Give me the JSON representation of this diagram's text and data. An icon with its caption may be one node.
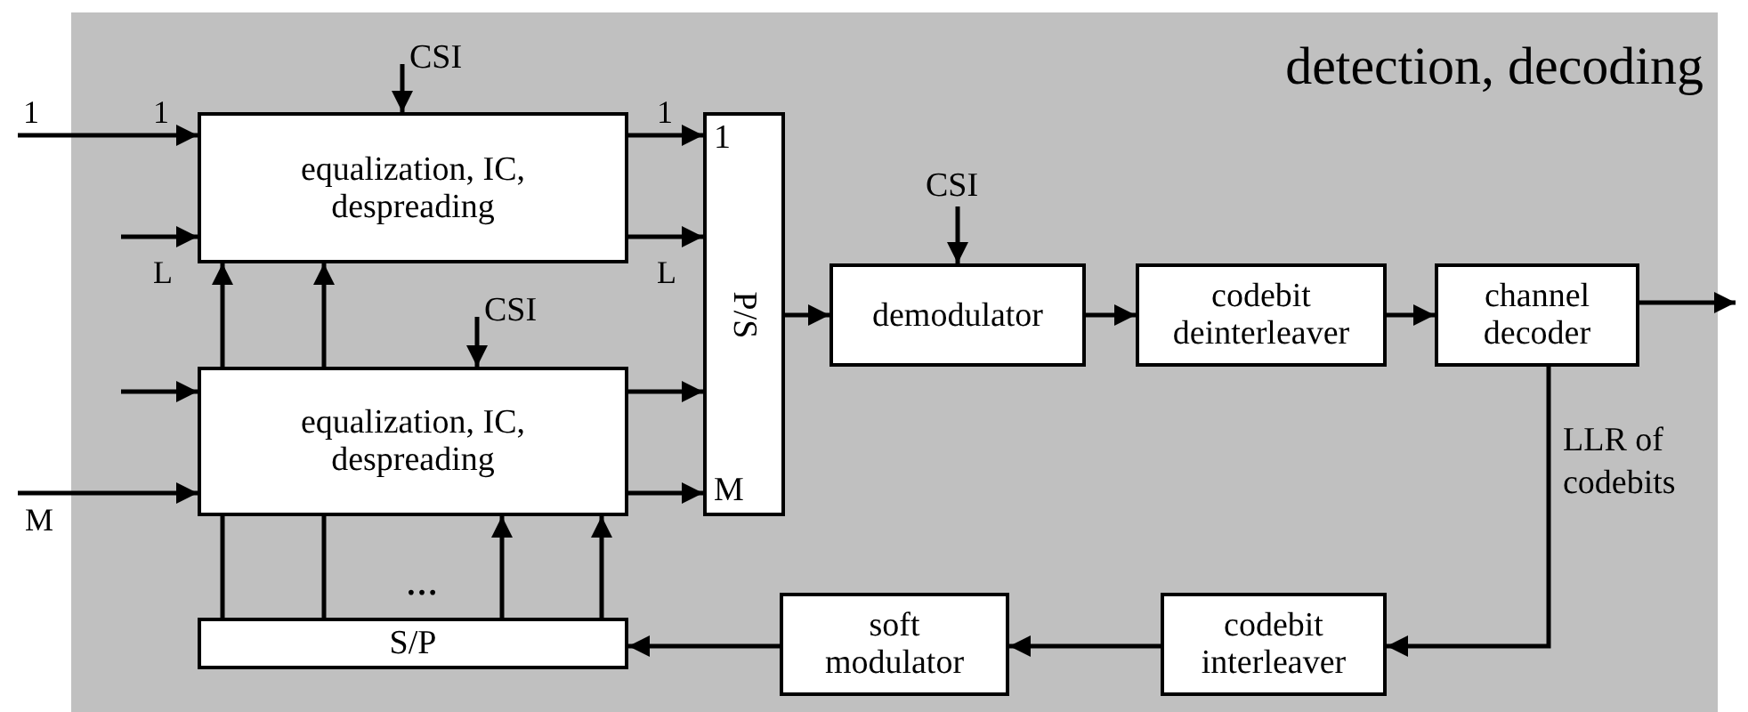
{
  "diagram": {
    "nodes": [
      {
        "text": [
          "detection, decoding"
        ]
      },
      {
        "text": [
          "equalization, IC, despreading"
        ],
        "in": 0
      },
      {
        "text": [
          "equalization, IC, despreading"
        ],
        "in": 0
      },
      {
        "text": [
          "1",
          "P/S",
          "M"
        ],
        "in": 0
      },
      {
        "text": [
          "S/P"
        ],
        "in": 0
      },
      {
        "text": [
          "demodulator"
        ],
        "in": 0
      },
      {
        "text": [
          "codebit deinterleaver"
        ],
        "in": 0
      },
      {
        "text": [
          "channel decoder"
        ],
        "in": 0
      },
      {
        "text": [
          "soft modulator"
        ],
        "in": 0
      },
      {
        "text": [
          "codebit interleaver"
        ],
        "in": 0
      },
      {
        "text": [
          "CSI"
        ],
        "in": 0
      },
      {
        "text": [
          "CSI"
        ],
        "in": 0
      },
      {
        "text": [
          "CSI"
        ],
        "in": 0
      }
    ],
    "edges": [
      {
        "from": null,
        "to": 1,
        "arrow": "to"
      },
      {
        "from": null,
        "to": 1,
        "arrow": "to"
      },
      {
        "from": null,
        "to": 2,
        "arrow": "to"
      },
      {
        "from": null,
        "to": 2,
        "arrow": "to"
      },
      {
        "from": 10,
        "to": 1,
        "arrow": "to"
      },
      {
        "from": 1,
        "to": 3,
        "arrow": "to"
      },
      {
        "from": 1,
        "to": 3,
        "arrow": "to"
      },
      {
        "from": 11,
        "to": 2,
        "arrow": "to"
      },
      {
        "from": 2,
        "to": 3,
        "arrow": "to"
      },
      {
        "from": 2,
        "to": 3,
        "arrow": "to"
      },
      {
        "from": 4,
        "to": 2,
        "arrow": "none"
      },
      {
        "from": 2,
        "to": 1,
        "arrow": "to"
      },
      {
        "from": 4,
        "to": 2,
        "arrow": "none"
      },
      {
        "from": 2,
        "to": 1,
        "arrow": "to"
      },
      {
        "from": 4,
        "to": 2,
        "arrow": "to"
      },
      {
        "from": 4,
        "to": 2,
        "arrow": "to"
      },
      {
        "from": 3,
        "to": 5,
        "arrow": "to"
      },
      {
        "from": 12,
        "to": 5,
        "arrow": "to"
      },
      {
        "from": 5,
        "to": 6,
        "arrow": "to"
      },
      {
        "from": 6,
        "to": 7,
        "arrow": "to"
      },
      {
        "from": 7,
        "to": null,
        "arrow": "to"
      },
      {
        "from": 7,
        "to": 9,
        "arrow": "to",
        "label": "LLR of codebits"
      },
      {
        "from": 9,
        "to": 8,
        "arrow": "to"
      },
      {
        "from": 8,
        "to": 4,
        "arrow": "to"
      }
    ],
    "labels": [
      "1",
      "1",
      "L",
      "M",
      "1",
      "L",
      "…"
    ]
  }
}
